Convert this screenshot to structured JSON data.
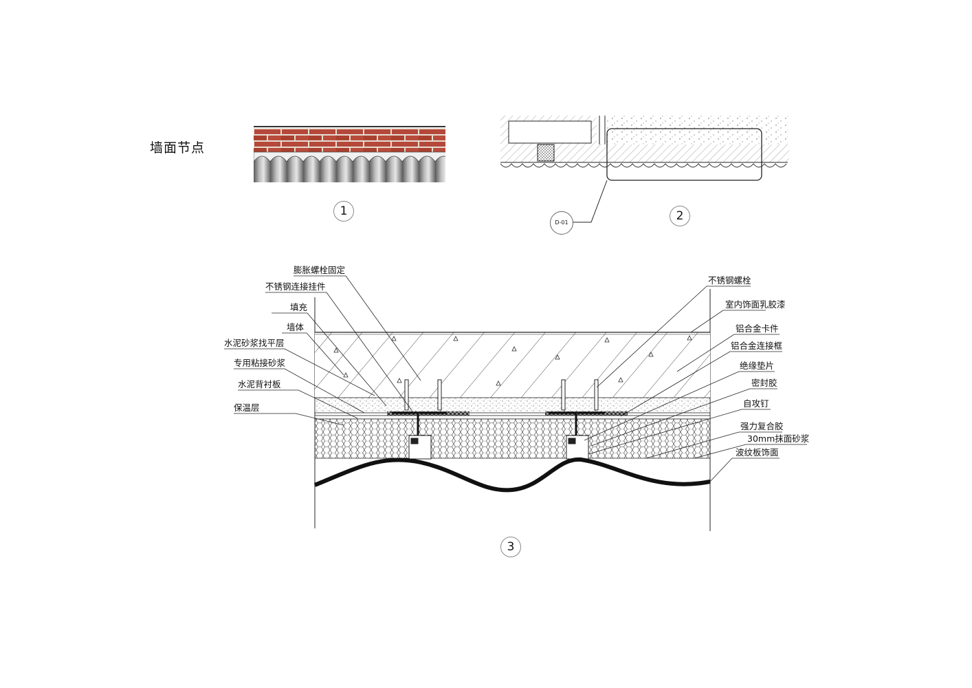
{
  "page": {
    "title": "墙面节点"
  },
  "details": {
    "detail_1": {
      "number": "1"
    },
    "detail_2": {
      "number": "2",
      "reference": "D-01"
    },
    "detail_3": {
      "number": "3"
    }
  },
  "labels_left": [
    "膨胀螺栓固定",
    "不锈钢连接挂件",
    "填充",
    "墙体",
    "水泥砂浆找平层",
    "专用粘接砂浆",
    "水泥背衬板",
    "保温层"
  ],
  "labels_right": [
    "不锈钢螺栓",
    "室内饰面乳胶漆",
    "铝合金卡件",
    "铝合金连接框",
    "绝缘垫片",
    "密封胶",
    "自攻钉",
    "强力复合胶",
    "30mm抹面砂浆",
    "波纹板饰面"
  ],
  "colors": {
    "brick": "#b5483a",
    "mortar": "#e8e2d8",
    "line": "#1a1a1a"
  }
}
